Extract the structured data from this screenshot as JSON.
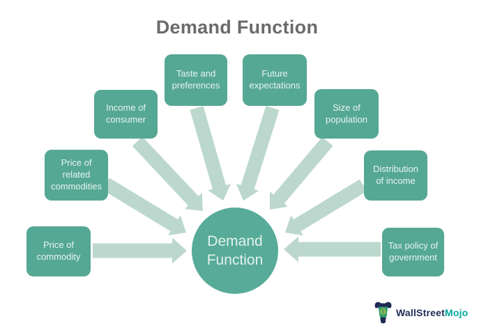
{
  "title": "Demand Function",
  "center": {
    "label": "Demand Function"
  },
  "nodes": [
    {
      "id": "price-of-commodity",
      "label": "Price of commodity"
    },
    {
      "id": "price-of-related",
      "label": "Price of related commodities"
    },
    {
      "id": "income-of-consumer",
      "label": "Income of consumer"
    },
    {
      "id": "taste-and-preferences",
      "label": "Taste and preferences"
    },
    {
      "id": "future-expectations",
      "label": "Future expectations"
    },
    {
      "id": "size-of-population",
      "label": "Size of population"
    },
    {
      "id": "distribution-of-income",
      "label": "Distribution of income"
    },
    {
      "id": "tax-policy-of-government",
      "label": "Tax policy of government"
    }
  ],
  "logo": {
    "icon": "bull-icon",
    "brand_part1": "WallStreet",
    "brand_part2": "Mojo"
  },
  "colors": {
    "background": "#FFFFFF",
    "node_fill": "#55A893",
    "center_fill": "#57AB98",
    "arrow": "#BCD8CE",
    "title_text": "#6A6A6A",
    "node_text": "#E9F4F0",
    "logo_navy": "#1E2C54",
    "logo_teal": "#00A99D"
  }
}
